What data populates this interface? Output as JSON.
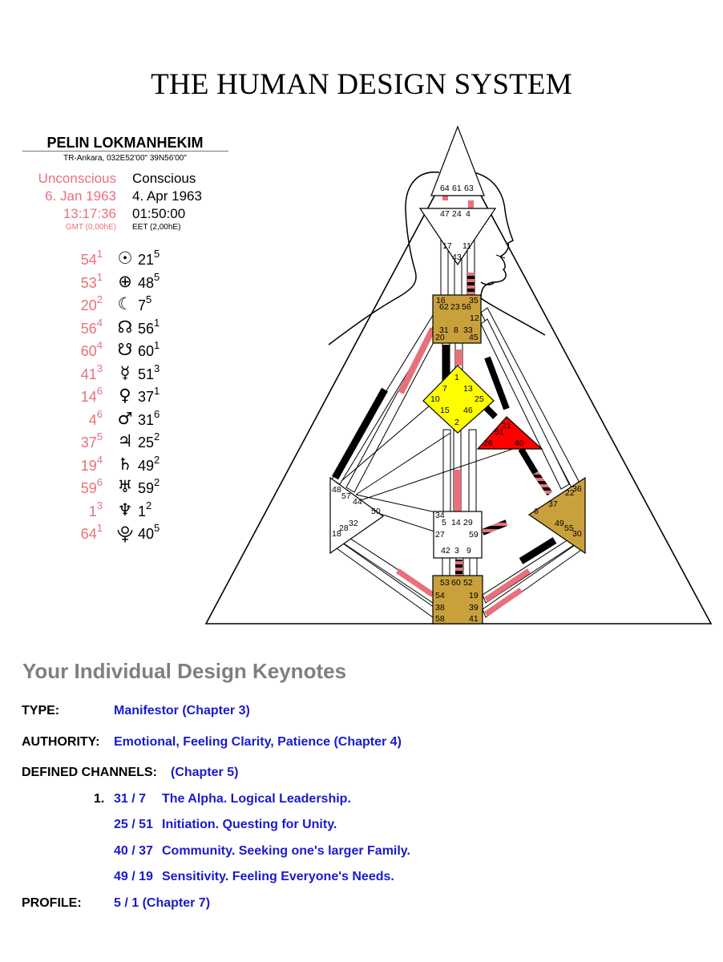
{
  "title": "THE HUMAN DESIGN SYSTEM",
  "person": {
    "name": "PELIN LOKMANHEKIM",
    "location": "TR-Ankara, 032E52'00\"  39N56'00\""
  },
  "unconscious": {
    "label": "Unconscious",
    "date": "6. Jan 1963",
    "time": "13:17:36",
    "tz": "GMT (0,00hE)"
  },
  "conscious": {
    "label": "Conscious",
    "date": "4. Apr 1963",
    "time": "01:50:00",
    "tz": "EET (2,00hE)"
  },
  "planets": [
    {
      "icon": "sun-icon",
      "glyph": "☉",
      "u_gate": "54",
      "u_line": "1",
      "c_gate": "21",
      "c_line": "5"
    },
    {
      "icon": "earth-icon",
      "glyph": "⊕",
      "u_gate": "53",
      "u_line": "1",
      "c_gate": "48",
      "c_line": "5"
    },
    {
      "icon": "moon-icon",
      "glyph": "☾",
      "u_gate": "20",
      "u_line": "2",
      "c_gate": "7",
      "c_line": "5"
    },
    {
      "icon": "north-node-icon",
      "glyph": "☊",
      "u_gate": "56",
      "u_line": "4",
      "c_gate": "56",
      "c_line": "1"
    },
    {
      "icon": "south-node-icon",
      "glyph": "☋",
      "u_gate": "60",
      "u_line": "4",
      "c_gate": "60",
      "c_line": "1"
    },
    {
      "icon": "mercury-icon",
      "glyph": "☿",
      "u_gate": "41",
      "u_line": "3",
      "c_gate": "51",
      "c_line": "3"
    },
    {
      "icon": "venus-icon",
      "glyph": "♀",
      "u_gate": "14",
      "u_line": "6",
      "c_gate": "37",
      "c_line": "1"
    },
    {
      "icon": "mars-icon",
      "glyph": "♂",
      "u_gate": "4",
      "u_line": "6",
      "c_gate": "31",
      "c_line": "6"
    },
    {
      "icon": "jupiter-icon",
      "glyph": "♃",
      "u_gate": "37",
      "u_line": "5",
      "c_gate": "25",
      "c_line": "2"
    },
    {
      "icon": "saturn-icon",
      "glyph": "♄",
      "u_gate": "19",
      "u_line": "4",
      "c_gate": "49",
      "c_line": "2"
    },
    {
      "icon": "uranus-icon",
      "glyph": "♅",
      "u_gate": "59",
      "u_line": "6",
      "c_gate": "59",
      "c_line": "2"
    },
    {
      "icon": "neptune-icon",
      "glyph": "♆",
      "u_gate": "1",
      "u_line": "3",
      "c_gate": "1",
      "c_line": "2"
    },
    {
      "icon": "pluto-icon",
      "glyph": "⯓",
      "u_gate": "64",
      "u_line": "1",
      "c_gate": "40",
      "c_line": "5"
    }
  ],
  "colors": {
    "pink": "#e8707a",
    "center_defined": "#c9a13c",
    "g_center": "#ffff00",
    "ego_center": "#ff0000",
    "link_blue": "#1a1acc",
    "heading_gray": "#7f7f7f"
  },
  "bodygraph": {
    "head": {
      "gates": [
        "64",
        "61",
        "63"
      ]
    },
    "ajna": {
      "gates": [
        "47",
        "24",
        "4",
        "17",
        "43",
        "11"
      ]
    },
    "throat": {
      "gates": [
        "16",
        "62",
        "23",
        "56",
        "35",
        "12",
        "31",
        "8",
        "33",
        "20",
        "45"
      ]
    },
    "g": {
      "gates": [
        "1",
        "7",
        "13",
        "10",
        "25",
        "15",
        "46",
        "2"
      ]
    },
    "ego": {
      "gates": [
        "21",
        "51",
        "26",
        "40"
      ]
    },
    "spleen": {
      "gates": [
        "48",
        "57",
        "44",
        "50",
        "18",
        "28",
        "32"
      ]
    },
    "solar_plexus": {
      "gates": [
        "36",
        "22",
        "37",
        "6",
        "49",
        "55",
        "30"
      ]
    },
    "sacral": {
      "gates": [
        "34",
        "5",
        "14",
        "29",
        "27",
        "59",
        "42",
        "3",
        "9"
      ]
    },
    "root": {
      "gates": [
        "53",
        "60",
        "52",
        "54",
        "19",
        "38",
        "39",
        "58",
        "41"
      ]
    }
  },
  "keynotes": {
    "heading": "Your Individual Design Keynotes",
    "type_label": "TYPE:",
    "type_value": "Manifestor  (Chapter 3)",
    "authority_label": "AUTHORITY:",
    "authority_value": "Emotional, Feeling Clarity, Patience  (Chapter 4)",
    "channels_label": "DEFINED CHANNELS:",
    "channels_chapter": "(Chapter 5)",
    "channels_index": "1.",
    "channels": [
      {
        "gates": "31 / 7",
        "desc": "The Alpha. Logical Leadership."
      },
      {
        "gates": "25 / 51",
        "desc": "Initiation. Questing for Unity."
      },
      {
        "gates": "40 / 37",
        "desc": "Community. Seeking one's larger Family."
      },
      {
        "gates": "49 / 19",
        "desc": "Sensitivity. Feeling Everyone's Needs."
      }
    ],
    "profile_label": "PROFILE:",
    "profile_value": "5 / 1  (Chapter 7)"
  }
}
